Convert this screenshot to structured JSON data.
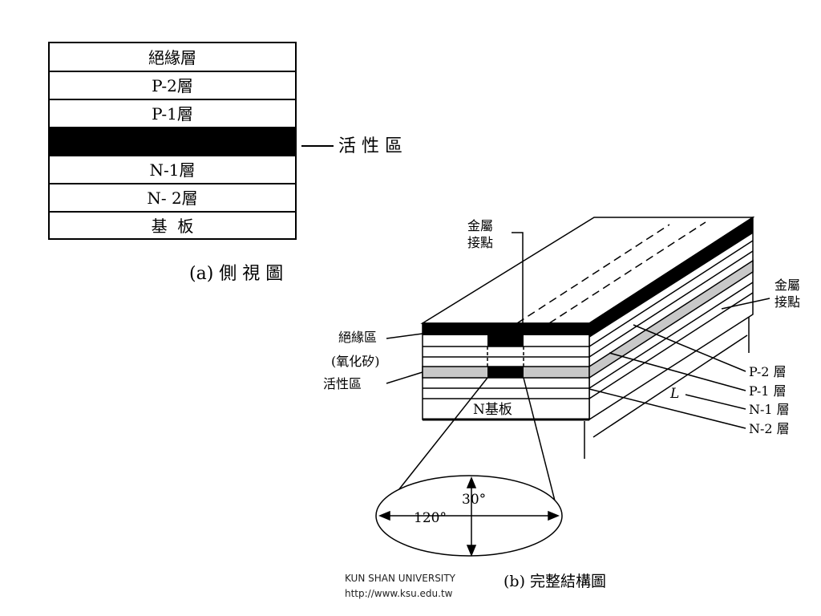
{
  "side_view": {
    "layers": [
      "絕緣層",
      "P-2層",
      "P-1層",
      "",
      "N-1層",
      "N- 2層",
      "基  板"
    ],
    "active_label": "活 性 區",
    "caption": "(a) 側 視 圖"
  },
  "full_view": {
    "metal_contact_top": [
      "金屬",
      "接點"
    ],
    "metal_contact_right": [
      "金屬",
      "接點"
    ],
    "insulation_label": [
      "絕緣區",
      "(氧化矽)"
    ],
    "active_label": "活性區",
    "substrate_label": "N基板",
    "layer_labels": [
      "P-2 層",
      "P-1 層",
      "N-1 層",
      "N-2 層"
    ],
    "length_label": "L",
    "angle_vertical": "30°",
    "angle_horizontal": "120°",
    "caption": "(b) 完整結構圖"
  },
  "footer": {
    "university": "KUN SHAN UNIVERSITY",
    "url": "http://www.ksu.edu.tw"
  }
}
